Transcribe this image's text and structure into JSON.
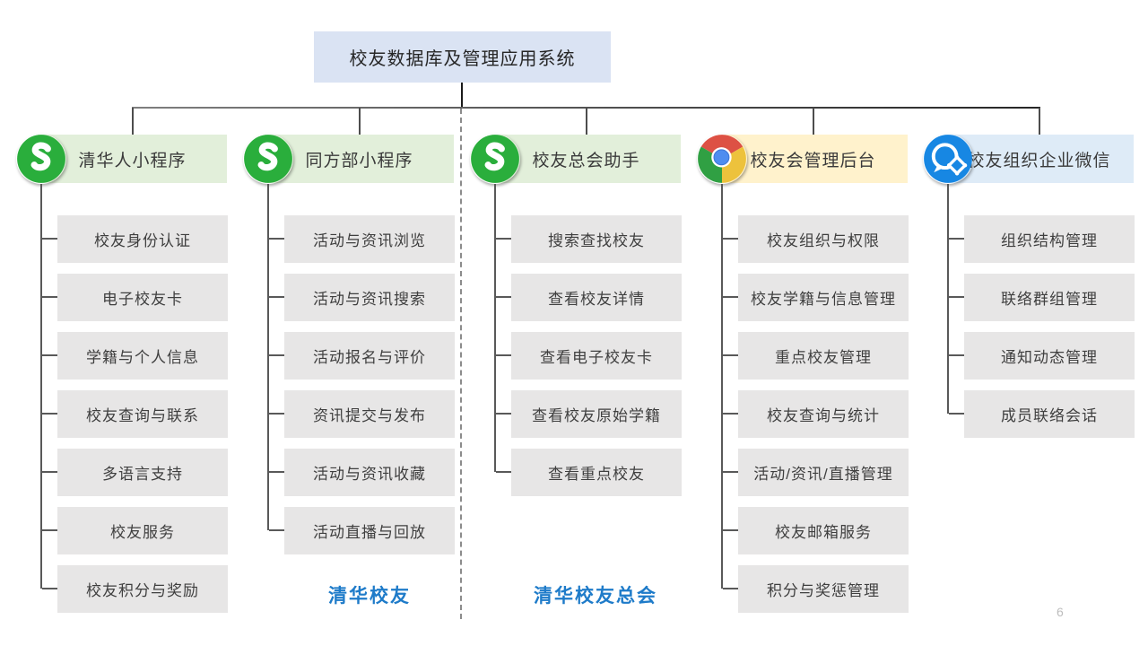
{
  "slide": {
    "title_box": "校友数据库及管理应用系统",
    "page_number": "6",
    "group_labels": [
      "清华校友",
      "清华校友总会"
    ]
  },
  "columns": [
    {
      "title": "清华人小程序",
      "icon": "wechat-miniprogram-icon",
      "header_bg": "#e2efda",
      "items": [
        "校友身份认证",
        "电子校友卡",
        "学籍与个人信息",
        "校友查询与联系",
        "多语言支持",
        "校友服务",
        "校友积分与奖励"
      ]
    },
    {
      "title": "同方部小程序",
      "icon": "wechat-miniprogram-icon",
      "header_bg": "#e2efda",
      "items": [
        "活动与资讯浏览",
        "活动与资讯搜索",
        "活动报名与评价",
        "资讯提交与发布",
        "活动与资讯收藏",
        "活动直播与回放"
      ]
    },
    {
      "title": "校友总会助手",
      "icon": "wechat-miniprogram-icon",
      "header_bg": "#e2efda",
      "items": [
        "搜索查找校友",
        "查看校友详情",
        "查看电子校友卡",
        "查看校友原始学籍",
        "查看重点校友"
      ]
    },
    {
      "title": "校友会管理后台",
      "icon": "chrome-icon",
      "header_bg": "#fff2cc",
      "items": [
        "校友组织与权限",
        "校友学籍与信息管理",
        "重点校友管理",
        "校友查询与统计",
        "活动/资讯/直播管理",
        "校友邮箱服务",
        "积分与奖惩管理"
      ]
    },
    {
      "title": "校友组织企业微信",
      "icon": "wechat-work-icon",
      "header_bg": "#deebf7",
      "items": [
        "组织结构管理",
        "联络群组管理",
        "通知动态管理",
        "成员联络会话"
      ]
    }
  ],
  "colors": {
    "title_box_bg": "#dae3f3",
    "green_header_bg": "#e2efda",
    "yellow_header_bg": "#fff2cc",
    "blue_header_bg": "#deebf7",
    "item_bg": "#e7e6e6",
    "connector": "#595959",
    "group_label_blue": "#1e7bc9",
    "miniprogram_green": "#2aae3c",
    "chrome_red": "#dd5144",
    "chrome_yellow": "#edc23c",
    "chrome_green": "#30a043",
    "chrome_blue": "#4e8df0",
    "wework_blue": "#1787e3"
  }
}
